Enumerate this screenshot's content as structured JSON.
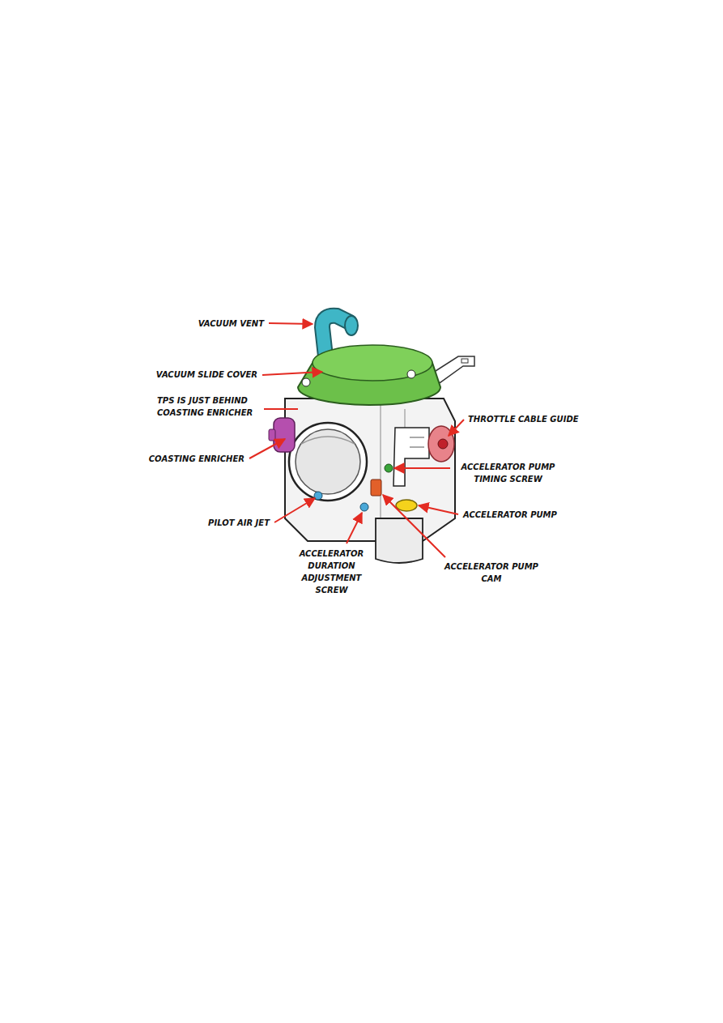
{
  "diagram": {
    "labels": [
      "VACUUM VENT",
      "VACUUM SLIDE COVER",
      "TPS IS JUST BEHIND COASTING ENRICHER",
      "THROTTLE CABLE GUIDE",
      "COASTING ENRICHER",
      "ACCELERATOR PUMP TIMING SCREW",
      "ACCELERATOR PUMP",
      "PILOT AIR JET",
      "ACCELERATOR DURATION ADJUSTMENT SCREW",
      "ACCELERATOR PUMP CAM"
    ]
  }
}
